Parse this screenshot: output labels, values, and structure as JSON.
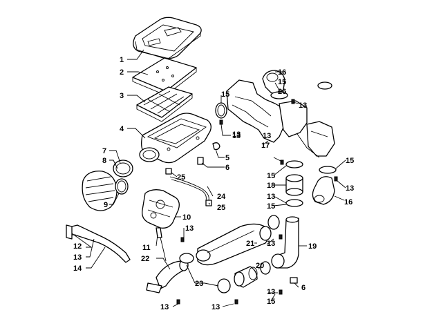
{
  "callouts": [
    {
      "id": "c1",
      "text": "1"
    },
    {
      "id": "c2",
      "text": "2"
    },
    {
      "id": "c3",
      "text": "3"
    },
    {
      "id": "c4",
      "text": "4"
    },
    {
      "id": "c5",
      "text": "5"
    },
    {
      "id": "c6a",
      "text": "6"
    },
    {
      "id": "c6b",
      "text": "6"
    },
    {
      "id": "c7",
      "text": "7"
    },
    {
      "id": "c8",
      "text": "8"
    },
    {
      "id": "c9",
      "text": "9"
    },
    {
      "id": "c10",
      "text": "10"
    },
    {
      "id": "c11",
      "text": "11"
    },
    {
      "id": "c12",
      "text": "12"
    },
    {
      "id": "c13a",
      "text": "13"
    },
    {
      "id": "c13b",
      "text": "13"
    },
    {
      "id": "c13c",
      "text": "13"
    },
    {
      "id": "c13d",
      "text": "13"
    },
    {
      "id": "c13e",
      "text": "13"
    },
    {
      "id": "c13f",
      "text": "13"
    },
    {
      "id": "c13g",
      "text": "13"
    },
    {
      "id": "c13h",
      "text": "13"
    },
    {
      "id": "c13i",
      "text": "13"
    },
    {
      "id": "c13j",
      "text": "13"
    },
    {
      "id": "c13k",
      "text": "13"
    },
    {
      "id": "c13l",
      "text": "13"
    },
    {
      "id": "c14",
      "text": "14"
    },
    {
      "id": "c15a",
      "text": "15"
    },
    {
      "id": "c15b",
      "text": "15"
    },
    {
      "id": "c15c",
      "text": "15"
    },
    {
      "id": "c15d",
      "text": "15"
    },
    {
      "id": "c15e",
      "text": "15"
    },
    {
      "id": "c15f",
      "text": "15"
    },
    {
      "id": "c16a",
      "text": "16"
    },
    {
      "id": "c16b",
      "text": "16"
    },
    {
      "id": "c17",
      "text": "17"
    },
    {
      "id": "c18",
      "text": "18"
    },
    {
      "id": "c19",
      "text": "19"
    },
    {
      "id": "c20",
      "text": "20"
    },
    {
      "id": "c21",
      "text": "21"
    },
    {
      "id": "c22",
      "text": "22"
    },
    {
      "id": "c23",
      "text": "23"
    },
    {
      "id": "c24",
      "text": "24"
    },
    {
      "id": "c25a",
      "text": "25"
    },
    {
      "id": "c25b",
      "text": "25"
    },
    {
      "id": "c26",
      "text": "26"
    }
  ]
}
